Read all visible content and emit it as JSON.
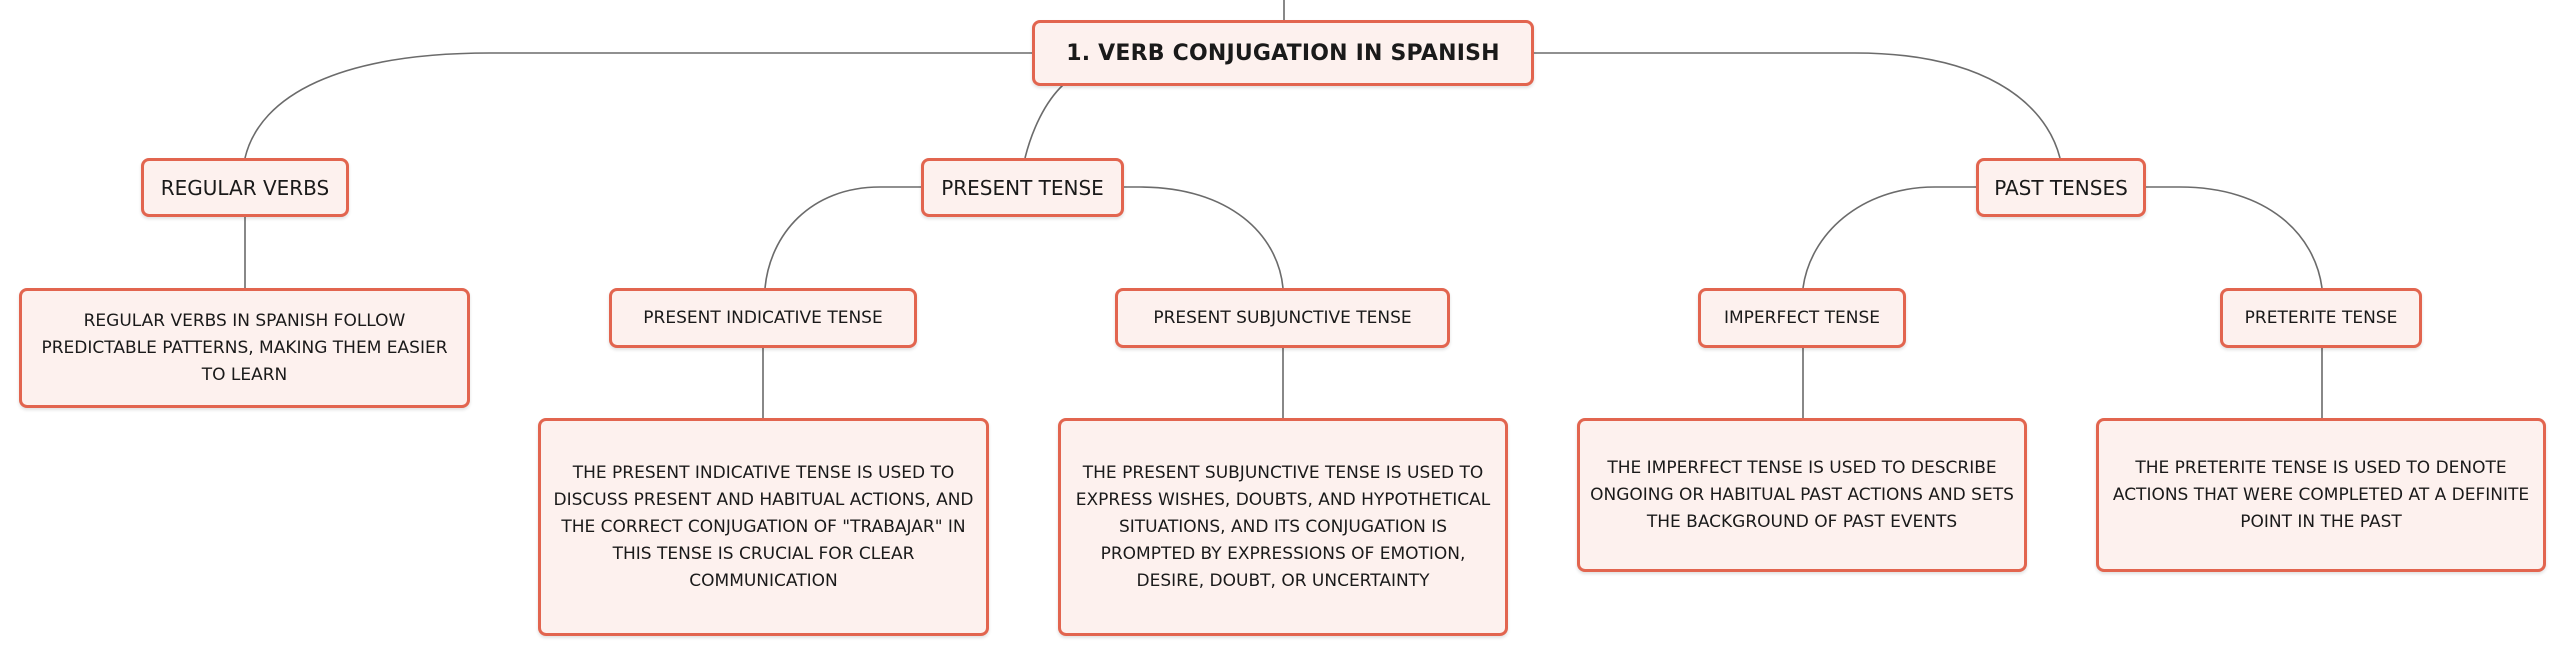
{
  "colors": {
    "node_fill": "#fdf1ee",
    "node_border": "#e2654f",
    "connector": "#6b6b6b",
    "text": "#1a1a1a"
  },
  "root": {
    "label": "1. VERB CONJUGATION IN SPANISH"
  },
  "regular_verbs": {
    "label": "REGULAR VERBS",
    "detail": "REGULAR VERBS IN SPANISH FOLLOW PREDICTABLE PATTERNS, MAKING THEM EASIER TO LEARN"
  },
  "present_tense": {
    "label": "PRESENT TENSE",
    "indicative": {
      "label": "PRESENT INDICATIVE TENSE",
      "detail": "THE PRESENT INDICATIVE TENSE IS USED TO DISCUSS PRESENT AND HABITUAL ACTIONS, AND THE CORRECT CONJUGATION OF \"TRABAJAR\" IN THIS TENSE IS CRUCIAL FOR CLEAR COMMUNICATION"
    },
    "subjunctive": {
      "label": "PRESENT SUBJUNCTIVE TENSE",
      "detail": "THE PRESENT SUBJUNCTIVE TENSE IS USED TO EXPRESS WISHES, DOUBTS, AND HYPOTHETICAL SITUATIONS, AND ITS CONJUGATION IS PROMPTED BY EXPRESSIONS OF EMOTION, DESIRE, DOUBT, OR UNCERTAINTY"
    }
  },
  "past_tenses": {
    "label": "PAST TENSES",
    "imperfect": {
      "label": "IMPERFECT TENSE",
      "detail": "THE IMPERFECT TENSE IS USED TO DESCRIBE ONGOING OR HABITUAL PAST ACTIONS AND SETS THE BACKGROUND OF PAST EVENTS"
    },
    "preterite": {
      "label": "PRETERITE TENSE",
      "detail": "THE PRETERITE TENSE IS USED TO DENOTE ACTIONS THAT WERE COMPLETED AT A DEFINITE POINT IN THE PAST"
    }
  }
}
